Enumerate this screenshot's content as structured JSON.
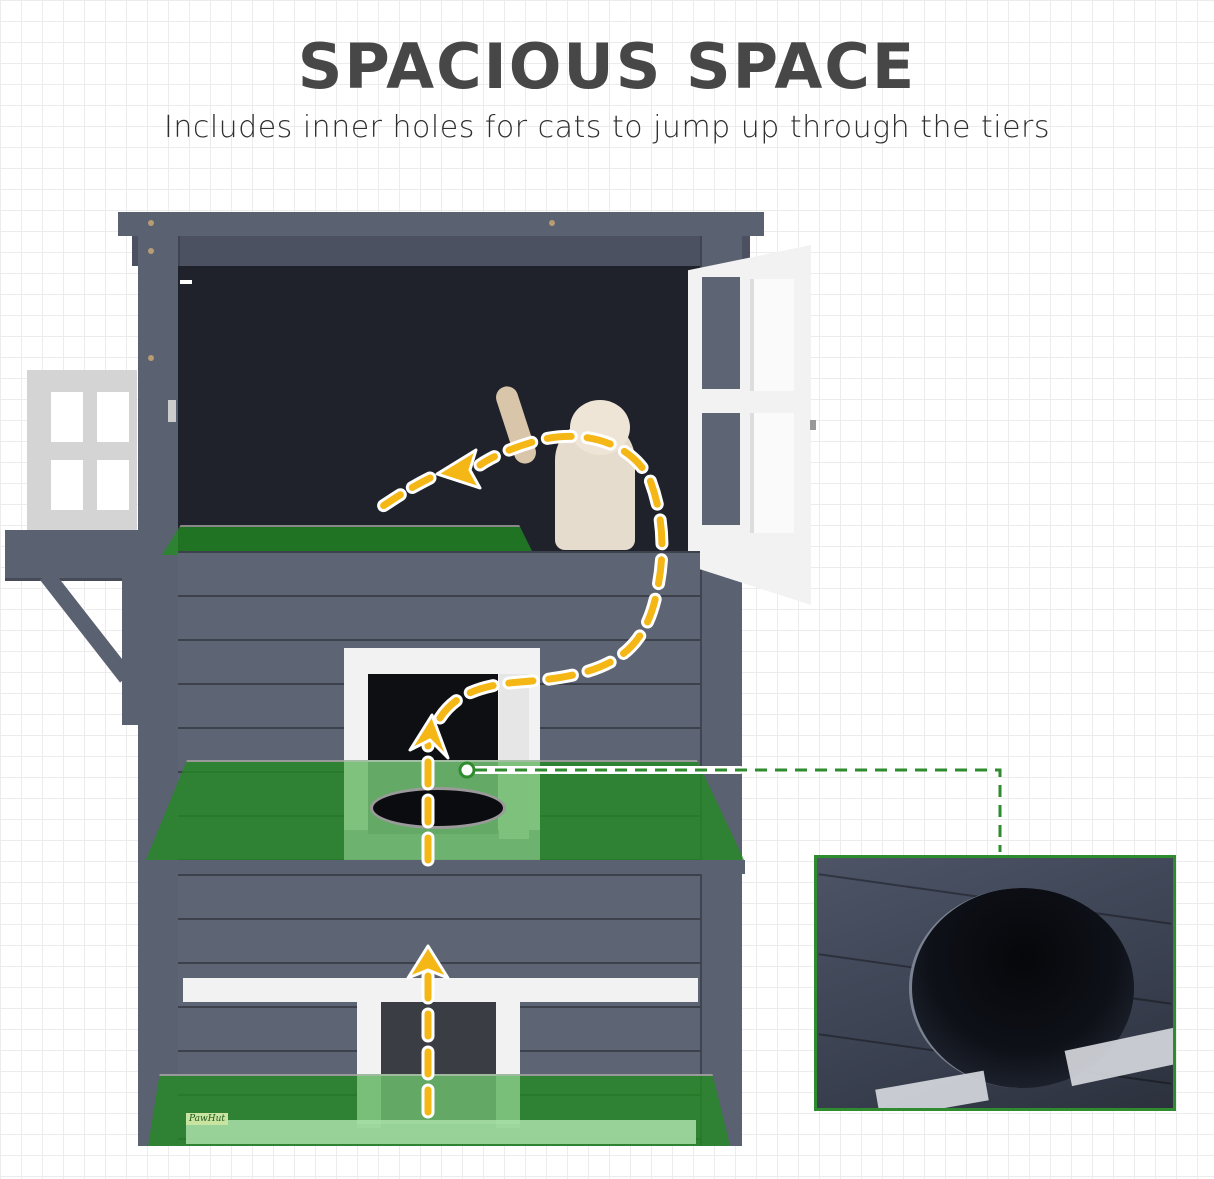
{
  "header": {
    "title": "SPACIOUS SPACE",
    "subtitle": "Includes inner holes for cats to jump up through the tiers"
  },
  "product": {
    "brand_logo": "PawHut",
    "tiers": 3,
    "feature_highlight": "inner-hole",
    "path_arrow_color": "#f5b716",
    "callout_line_color": "#2e8b2e"
  },
  "colors": {
    "background": "#ffffff",
    "grid": "#ececec",
    "title": "#474747",
    "subtitle": "#2e2e2e",
    "wood": "#5a6170",
    "interior": "#1f222b",
    "green_overlay": "#228b22",
    "arrow": "#f5b716"
  }
}
